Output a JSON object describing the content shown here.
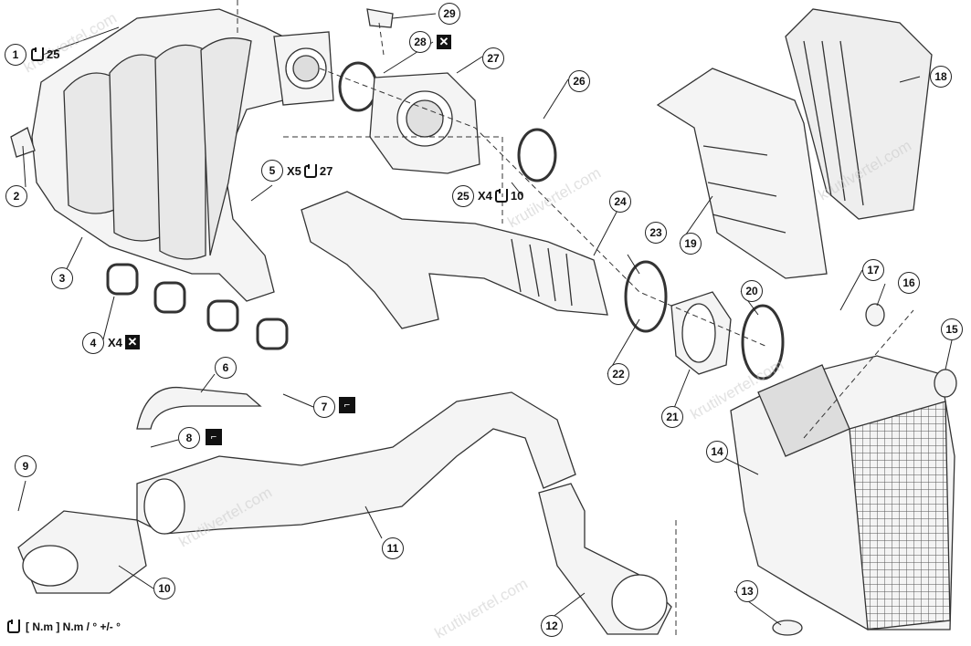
{
  "watermark": "krutilvertel.com",
  "callouts": [
    "1",
    "2",
    "3",
    "4",
    "5",
    "6",
    "7",
    "8",
    "9",
    "10",
    "11",
    "12",
    "13",
    "14",
    "15",
    "16",
    "17",
    "18",
    "19",
    "20",
    "21",
    "22",
    "23",
    "24",
    "25",
    "26",
    "27",
    "28",
    "29"
  ],
  "annotations": {
    "c1_torque": "25",
    "c4_qty": "X4",
    "c5_qty": "X5",
    "c5_torque": "27",
    "c25_qty": "X4",
    "c25_torque": "10",
    "replace_symbol": "✕",
    "lube_symbol": "⌐"
  },
  "legend": {
    "text": "[ N.m ] N.m / ° +/- °"
  }
}
